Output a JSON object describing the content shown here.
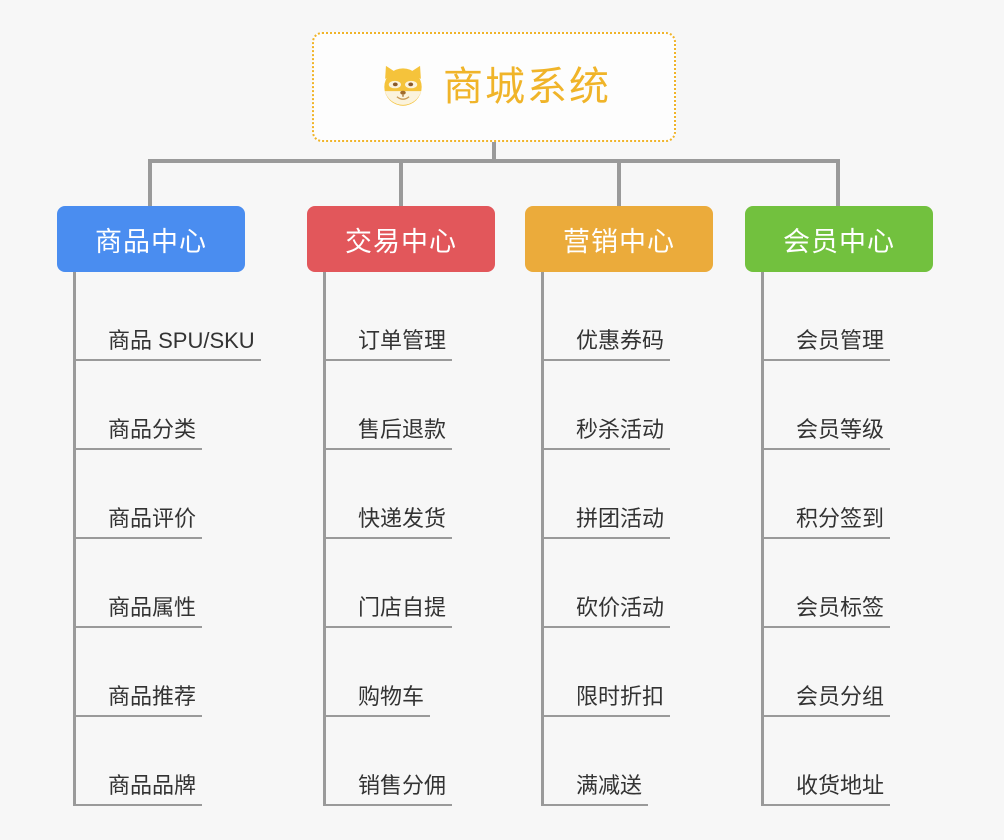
{
  "root": {
    "title": "商城系统",
    "icon": "shiba-dog-icon",
    "border_color": "#f0b429",
    "text_color": "#f0b429"
  },
  "canvas": {
    "background": "#f7f7f7",
    "connector_color": "#9a9a9a"
  },
  "categories": [
    {
      "label": "商品中心",
      "color": "#4a8df0",
      "items": [
        "商品 SPU/SKU",
        "商品分类",
        "商品评价",
        "商品属性",
        "商品推荐",
        "商品品牌"
      ]
    },
    {
      "label": "交易中心",
      "color": "#e2575b",
      "items": [
        "订单管理",
        "售后退款",
        "快递发货",
        "门店自提",
        "购物车",
        "销售分佣"
      ]
    },
    {
      "label": "营销中心",
      "color": "#ebab3b",
      "items": [
        "优惠券码",
        "秒杀活动",
        "拼团活动",
        "砍价活动",
        "限时折扣",
        "满减送"
      ]
    },
    {
      "label": "会员中心",
      "color": "#72c13e",
      "items": [
        "会员管理",
        "会员等级",
        "积分签到",
        "会员标签",
        "会员分组",
        "收货地址"
      ]
    }
  ]
}
